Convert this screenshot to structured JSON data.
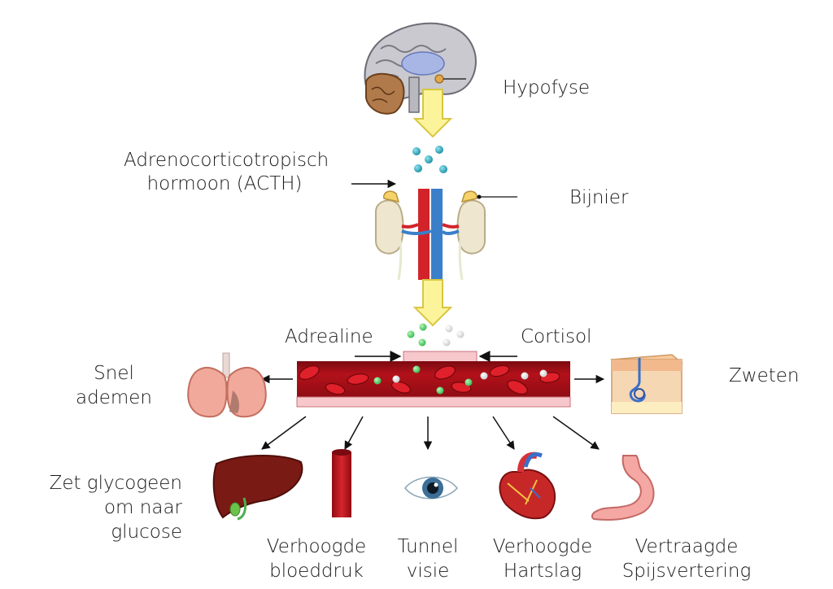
{
  "labels": {
    "hypofyse": "Hypofyse",
    "acth_line1": "Adrenocorticotropisch",
    "acth_line2": "hormoon (ACTH)",
    "bijnier": "Bijnier",
    "adrealine": "Adrealine",
    "cortisol": "Cortisol",
    "snel_line1": "Snel",
    "snel_line2": "ademen",
    "zweten": "Zweten",
    "glyco_line1": "Zet glycogeen",
    "glyco_line2": "om naar",
    "glyco_line3": "glucose",
    "bloeddruk_line1": "Verhoogde",
    "bloeddruk_line2": "bloeddruk",
    "tunnel_line1": "Tunnel",
    "tunnel_line2": "visie",
    "hartslag_line1": "Verhoogde",
    "hartslag_line2": "Hartslag",
    "vertering_line1": "Vertraagde",
    "vertering_line2": "Spijsvertering"
  },
  "colors": {
    "arrow_fill": "#fbf49a",
    "arrow_stroke": "#d9c640",
    "blood_vessel": "#b3111a",
    "acth_dot": "#2aa3b8",
    "adrenaline_dot": "#3fcf5a",
    "cortisol_dot": "#e8e8e8",
    "artery": "#d2232a",
    "vein": "#3a7fc9",
    "adrenal_gland": "#efe6cf"
  },
  "icons": [
    "brain-icon",
    "adrenal-kidney-icon",
    "lungs-icon",
    "skin-sweat-gland-icon",
    "liver-icon",
    "artery-icon",
    "eye-icon",
    "heart-icon",
    "stomach-icon"
  ]
}
